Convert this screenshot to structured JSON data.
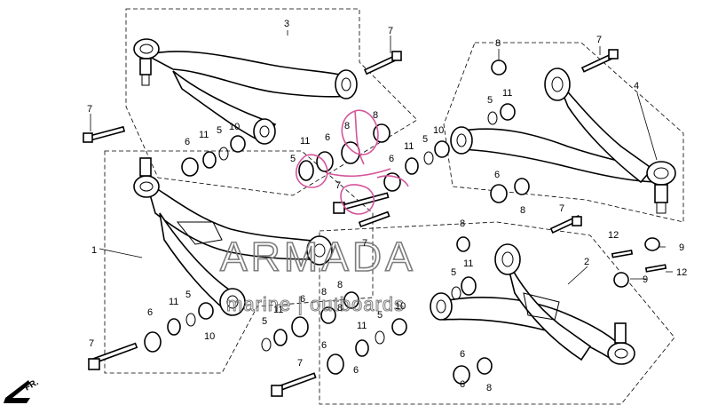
{
  "labels": {
    "upper_left_arm": "3",
    "upper_right_arm": "4",
    "lower_left_arm": "1",
    "lower_right_arm": "2"
  },
  "callouts": [
    {
      "id": "c1",
      "text": "7"
    },
    {
      "id": "c2",
      "text": "8"
    },
    {
      "id": "c3",
      "text": "7"
    },
    {
      "id": "c4",
      "text": "7"
    },
    {
      "id": "c5",
      "text": "6"
    },
    {
      "id": "c6",
      "text": "11"
    },
    {
      "id": "c7",
      "text": "5"
    },
    {
      "id": "c8",
      "text": "10"
    },
    {
      "id": "c9",
      "text": "11"
    },
    {
      "id": "c10",
      "text": "6"
    },
    {
      "id": "c11",
      "text": "8"
    },
    {
      "id": "c12",
      "text": "5"
    },
    {
      "id": "c13",
      "text": "7"
    },
    {
      "id": "c14",
      "text": "7"
    },
    {
      "id": "c15",
      "text": "8"
    },
    {
      "id": "c16",
      "text": "6"
    },
    {
      "id": "c17",
      "text": "11"
    },
    {
      "id": "c18",
      "text": "5"
    },
    {
      "id": "c19",
      "text": "10"
    },
    {
      "id": "c20",
      "text": "5"
    },
    {
      "id": "c21",
      "text": "11"
    },
    {
      "id": "c22",
      "text": "6"
    },
    {
      "id": "c23",
      "text": "8"
    },
    {
      "id": "c24",
      "text": "7"
    },
    {
      "id": "c25",
      "text": "12"
    },
    {
      "id": "c26",
      "text": "9"
    },
    {
      "id": "c27",
      "text": "12"
    },
    {
      "id": "c28",
      "text": "9"
    },
    {
      "id": "c29",
      "text": "8"
    },
    {
      "id": "c30",
      "text": "5"
    },
    {
      "id": "c31",
      "text": "11"
    },
    {
      "id": "c32",
      "text": "6"
    },
    {
      "id": "c33",
      "text": "11"
    },
    {
      "id": "c34",
      "text": "5"
    },
    {
      "id": "c35",
      "text": "10"
    },
    {
      "id": "c36",
      "text": "8"
    },
    {
      "id": "c37",
      "text": "6"
    },
    {
      "id": "c38",
      "text": "5"
    },
    {
      "id": "c39",
      "text": "11"
    },
    {
      "id": "c40",
      "text": "8"
    },
    {
      "id": "c41",
      "text": "6"
    },
    {
      "id": "c42",
      "text": "5"
    },
    {
      "id": "c43",
      "text": "10"
    },
    {
      "id": "c44",
      "text": "11"
    },
    {
      "id": "c45",
      "text": "6"
    },
    {
      "id": "c46",
      "text": "8"
    },
    {
      "id": "c47",
      "text": "7"
    },
    {
      "id": "c48",
      "text": "6"
    },
    {
      "id": "c49",
      "text": "7"
    },
    {
      "id": "c50",
      "text": "6"
    },
    {
      "id": "c51",
      "text": "8"
    }
  ],
  "watermark": {
    "brand": "ARMADA",
    "tagline": "marine | outboards"
  },
  "front_marker": "FR.",
  "colors": {
    "line": "#000000",
    "watermark": "#7b7b7b",
    "logo": "#d4559a"
  }
}
